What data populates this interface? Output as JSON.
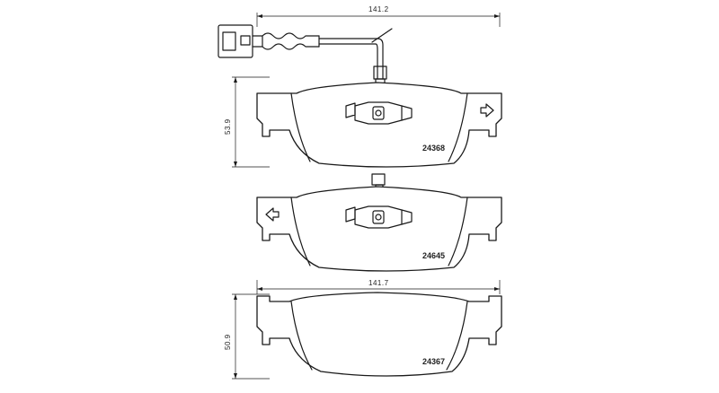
{
  "dimensions": {
    "width_top": "141.2",
    "height_top": "53.9",
    "width_bottom": "141.7",
    "height_bottom": "50.9"
  },
  "parts": {
    "top": "24368",
    "middle": "24645",
    "bottom": "24367"
  },
  "icons": [
    "arrow-icon",
    "sensor-connector-icon",
    "shim-clip-icon"
  ]
}
